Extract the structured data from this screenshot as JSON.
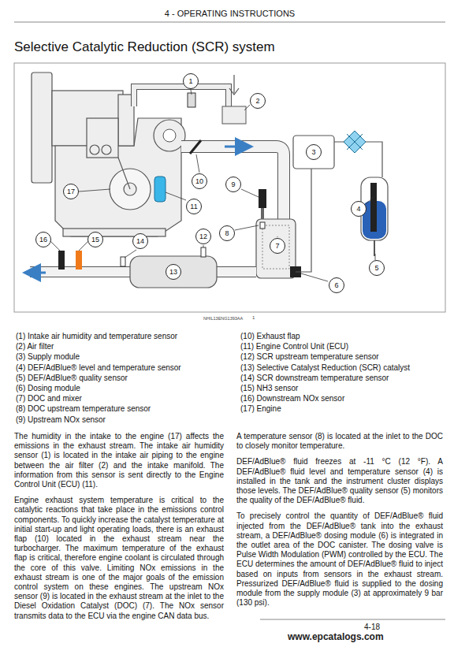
{
  "diagram": {
    "title": "Selective Catalytic Reduction (SCR) system",
    "nodes": [
      {
        "text": [
          "1"
        ]
      },
      {
        "text": [
          "2"
        ]
      },
      {
        "text": [
          "3"
        ]
      },
      {
        "text": [
          "4"
        ]
      },
      {
        "text": [
          "5"
        ]
      },
      {
        "text": [
          "6"
        ]
      },
      {
        "text": [
          "7"
        ]
      },
      {
        "text": [
          "8"
        ]
      },
      {
        "text": [
          "9"
        ]
      },
      {
        "text": [
          "10"
        ]
      },
      {
        "text": [
          "11"
        ]
      },
      {
        "text": [
          "12"
        ]
      },
      {
        "text": [
          "13"
        ]
      },
      {
        "text": [
          "14"
        ]
      },
      {
        "text": [
          "15"
        ]
      },
      {
        "text": [
          "16"
        ]
      },
      {
        "text": [
          "17"
        ]
      }
    ],
    "labels": [
      "4 - OPERATING INSTRUCTIONS",
      "NHIL13ENG1393AA",
      "1",
      "(1) Intake air humidity and temperature sensor",
      "(2) Air filter",
      "(3) Supply module",
      "(4) DEF/AdBlue® level and temperature sensor",
      "(5) DEF/AdBlue® quality sensor",
      "(6) Dosing module",
      "(7) DOC and mixer",
      "(8) DOC upstream temperature sensor",
      "(9) Upstream NOx sensor",
      "(10) Exhaust flap",
      "(11) Engine Control Unit (ECU)",
      "(12) SCR upstream temperature sensor",
      "(13) Selective Catalyst Reduction (SCR) catalyst",
      "(14) SCR downstream temperature sensor",
      "(15) NH3 sensor",
      "(16) Downstream NOx sensor",
      "(17) Engine",
      "The humidity in the intake to the engine (17) affects the emissions in the exhaust stream. The intake air humidity sensor (1) is located in the intake air piping to the engine between the air filter (2) and the intake manifold. The information from this sensor is sent directly to the Engine Control Unit (ECU) (11).",
      "Engine exhaust system temperature is critical to the catalytic reactions that take place in the emissions control components. To quickly increase the catalyst temperature at initial start-up and light operating loads, there is an exhaust flap (10) located in the exhaust stream near the turbocharger. The maximum temperature of the exhaust flap is critical, therefore engine coolant is circulated through the core of this valve. Limiting NOx emissions in the exhaust stream is one of the major goals of the emission control system on these engines. The upstream NOx sensor (9) is located in the exhaust stream at the inlet to the Diesel Oxidation Catalyst (DOC) (7). The NOx sensor transmits data to the ECU via the engine CAN data bus.",
      "A temperature sensor (8) is located at the inlet to the DOC to closely monitor temperature.",
      "DEF/AdBlue® fluid freezes at -11 °C (12 °F). A DEF/AdBlue® fluid level and temperature sensor (4) is installed in the tank and the instrument cluster displays those levels. The DEF/AdBlue® quality sensor (5) monitors the quality of the DEF/AdBlue® fluid.",
      "To precisely control the quantity of DEF/AdBlue® fluid injected from the DEF/AdBlue® tank into the exhaust stream, a DEF/AdBlue® dosing module (6) is integrated in the outlet area of the DOC canister. The dosing valve is Pulse Width Modulation (PWM) controlled by the ECU. The ECU determines the amount of DEF/AdBlue® fluid to inject based on inputs from sensors in the exhaust stream. Pressurized DEF/AdBlue® fluid is supplied to the dosing module from the supply module (3) at approximately 9 bar (130 psi).",
      "4-18",
      "www.epcatalogs.com"
    ]
  }
}
